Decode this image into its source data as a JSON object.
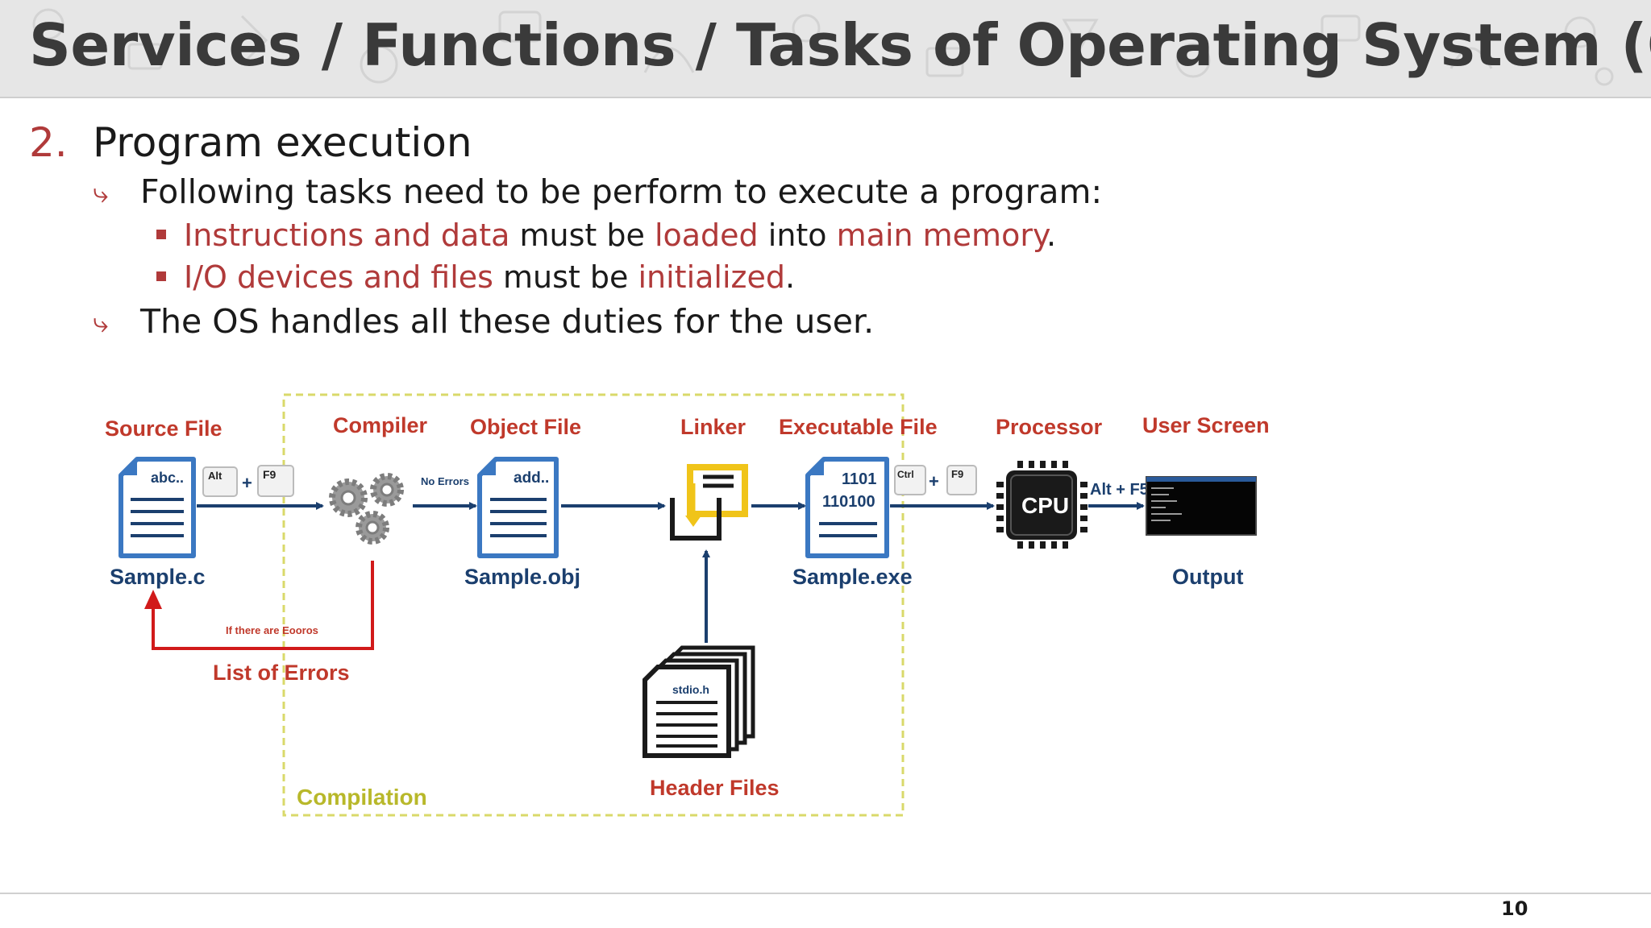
{
  "header": {
    "title": "Services / Functions / Tasks of Operating System (OS)"
  },
  "section": {
    "number": "2.",
    "title": "Program execution"
  },
  "bullets": {
    "b1": "Following tasks need to be perform to execute a program:",
    "s1": {
      "p1": "Instructions and data",
      "p2": " must be ",
      "p3": "loaded",
      "p4": " into ",
      "p5": "main memory",
      "p6": "."
    },
    "s2": {
      "p1": "I/O devices and files",
      "p2": " must be ",
      "p3": "initialized",
      "p4": "."
    },
    "b2": "The OS handles all these duties for the user."
  },
  "diagram": {
    "source_label": "Source File",
    "source_doc": "abc..",
    "source_name": "Sample.c",
    "key_alt": "Alt",
    "key_f9": "F9",
    "plus": "+",
    "compiler_label": "Compiler",
    "no_errors": "No Errors",
    "object_label": "Object File",
    "object_doc": "add..",
    "object_name": "Sample.obj",
    "linker_label": "Linker",
    "exec_label": "Executable File",
    "exec_line1": "1101",
    "exec_line2": "110100",
    "exec_name": "Sample.exe",
    "key_ctrl": "Ctrl",
    "processor_label": "Processor",
    "cpu_text": "CPU",
    "run_keys": "Alt + F5",
    "screen_label": "User Screen",
    "output_label": "Output",
    "if_errors": "If there are Eooros",
    "list_errors": "List of Errors",
    "header_doc": "stdio.h",
    "header_label": "Header Files",
    "compilation_label": "Compilation"
  },
  "footer": {
    "page_number": "10"
  },
  "colors": {
    "accent_red": "#b03a3a",
    "diagram_red": "#c0392b",
    "navy": "#1b3f6e",
    "doc_blue": "#3b78c2",
    "compilation_green": "#b8b82a",
    "linker_yellow": "#f0c419"
  }
}
